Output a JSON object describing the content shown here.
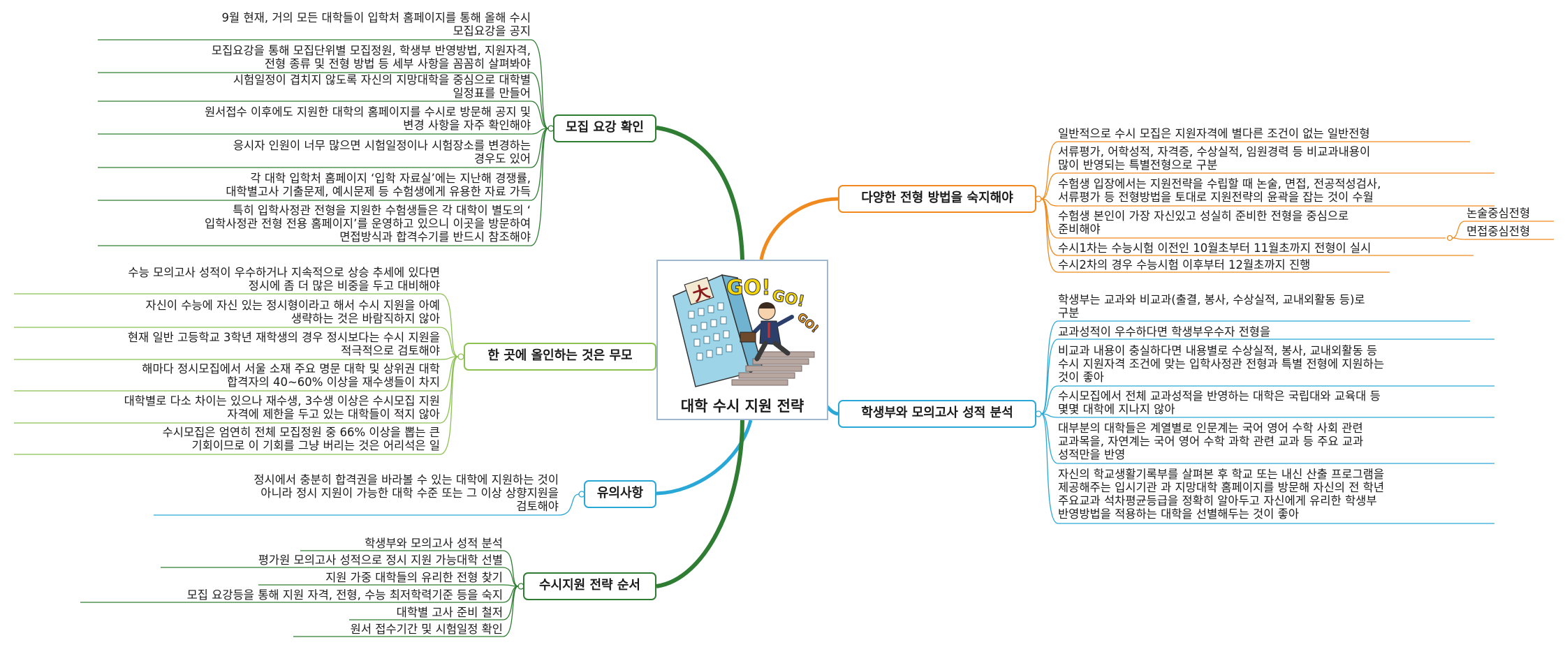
{
  "center": {
    "title": "대학 수시 지원 전략",
    "sign_text": "大",
    "go_texts": [
      "GO!",
      "GO!",
      "GO!"
    ]
  },
  "branches": {
    "recruit": {
      "label": "모집 요강 확인",
      "items": [
        "9월 현재, 거의 모든 대학들이 입학처 홈페이지를 통해 올해 수시\n모집요강을 공지",
        "모집요강을 통해 모집단위별 모집정원, 학생부 반영방법, 지원자격,\n전형 종류 및 전형 방법 등 세부 사항을 꼼꼼히 살펴봐야",
        "시험일정이 겹치지 않도록 자신의 지망대학을 중심으로 대학별\n일정표를 만들어",
        "원서접수 이후에도 지원한 대학의 홈페이지를 수시로 방문해 공지 및\n변경 사항을 자주 확인해야",
        "응시자 인원이 너무 많으면 시험일정이나 시험장소를 변경하는\n경우도 있어",
        "각 대학 입학처 홈페이지 ‘입학 자료실’에는 지난해 경쟁률,\n대학별고사 기출문제, 예시문제 등 수험생에게 유용한 자료 가득",
        "특히 입학사정관 전형을 지원한 수험생들은 각 대학이 별도의 ‘\n입학사정관 전형 전용 홈페이지’를 운영하고 있으니 이곳을 방문하여\n면접방식과 합격수기를 반드시 참조해야"
      ]
    },
    "allin": {
      "label": "한 곳에 올인하는 것은 무모",
      "items": [
        "수능 모의고사 성적이 우수하거나 지속적으로 상승 추세에 있다면\n정시에 좀 더 많은 비중을 두고 대비해야",
        "자신이 수능에 자신 있는 정시형이라고 해서 수시 지원을 아예\n생략하는 것은 바람직하지 않아",
        "현재 일반 고등학교 3학년 재학생의 경우 정시보다는 수시 지원을\n적극적으로 검토해야",
        "해마다 정시모집에서 서울 소재 주요 명문 대학 및 상위권 대학\n합격자의 40~60% 이상을 재수생들이 차지",
        "대학별로 다소 차이는 있으나 재수생,  3수생 이상은 수시모집 지원\n자격에 제한을 두고 있는 대학들이 적지 않아",
        "수시모집은 엄연히 전체 모집정원 중 66% 이상을 뽑는 큰\n기회이므로 이 기회를 그냥 버리는 것은 어리석은 일"
      ]
    },
    "caution": {
      "label": "유의사항",
      "items": [
        "정시에서 충분히 합격권을 바라볼 수 있는 대학에 지원하는 것이\n아니라 정시 지원이 가능한 대학 수준 또는 그 이상 상향지원을\n검토해야"
      ]
    },
    "order": {
      "label": "수시지원 전략 순서",
      "items": [
        "학생부와 모의고사 성적 분석",
        "평가원 모의고사 성적으로 정시 지원 가능대학 선별",
        "지원 가중 대학들의 유리한 전형 찾기",
        "모집 요강등을 통해 지원 자격, 전형, 수능 최저학력기준 등을 숙지",
        "대학별 고사 준비 철저",
        "원서 접수기간 및 시험일정 확인"
      ]
    },
    "methods": {
      "label": "다양한 전형 방법을 숙지해야",
      "items": [
        "일반적으로 수시 모집은 지원자격에 별다른 조건이 없는 일반전형",
        "서류평가,  어학성적,  자격증,  수상실적,  임원경력 등 비교과내용이\n많이 반영되는 특별전형으로 구분",
        "수험생 입장에서는 지원전략을 수립할 때 논술, 면접, 전공적성검사,\n서류평가 등 전형방법을 토대로 지원전략의 윤곽을 잡는 것이 수월",
        "수험생 본인이 가장 자신있고 성실히 준비한 전형을 중심으로\n준비해야",
        "수시1차는 수능시험 이전인 10월초부터 11월초까지 전형이 실시",
        "수시2차의 경우 수능시험 이후부터 12월초까지 진행"
      ],
      "sub_items": [
        "논술중심전형",
        "면접중심전형"
      ]
    },
    "analysis": {
      "label": "학생부와 모의고사 성적 분석",
      "items": [
        "학생부는 교과와 비교과(출결, 봉사, 수상실적, 교내외활동 등)로\n구분",
        "교과성적이 우수하다면 학생부우수자 전형을",
        "비교과 내용이 충실하다면 내용별로 수상실적, 봉사, 교내외활동 등\n수시 지원자격 조건에 맞는 입학사정관 전형과 특별 전형에 지원하는\n것이 좋아",
        "수시모집에서 전체 교과성적을 반영하는 대학은 국립대와 교육대 등\n몇몇 대학에 지나지 않아",
        "대부분의 대학들은 계열별로 인문계는 국어 영어 수학 사회 관련\n교과목을, 자연계는 국어 영어 수학 과학 관련 교과 등 주요 교과\n성적만을 반영",
        "자신의 학교생활기록부를 살펴본 후 학교 또는 내신 산출 프로그램을\n제공해주는 입시기관 과 지망대학 홈페이지를 방문해 자신의 전 학년\n주요교과 석차평균등급을 정확히 알아두고 자신에게 유리한 학생부\n반영방법을 적용하는 대학을 선별해두는 것이 좋아"
      ]
    }
  },
  "colors": {
    "dark_green": "#2e7d32",
    "light_green": "#8cc152",
    "cyan": "#29a8d8",
    "orange": "#f08a1e",
    "center_border": "#9fb7cf"
  },
  "icons": [
    "school-building-icon",
    "student-running-icon",
    "stairs-icon"
  ]
}
